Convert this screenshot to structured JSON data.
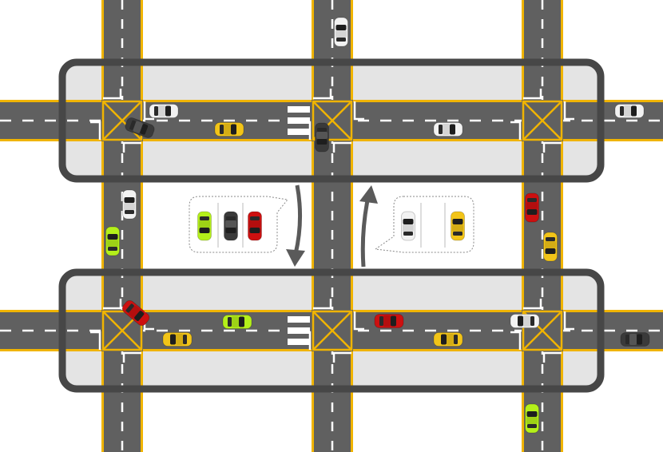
{
  "colors": {
    "road": "#606060",
    "road_edge": "#f0b400",
    "lane_marking": "#ffffff",
    "zone_fill": "#e4e4e4",
    "zone_border": "#474747",
    "arrow": "#5a5a5a",
    "car_white": "#f2f2f2",
    "car_dark": "#3a3a3a",
    "car_yellow": "#f2c418",
    "car_red": "#cc1010",
    "car_green": "#b4f01a"
  },
  "zones": [
    {
      "name": "upper-intersection-zone"
    },
    {
      "name": "lower-intersection-zone"
    }
  ],
  "callouts": [
    {
      "name": "vehicles-moving-down",
      "cars": [
        "car_green",
        "car_dark",
        "car_red"
      ]
    },
    {
      "name": "vehicles-moving-up",
      "cars": [
        "car_white",
        "car_yellow"
      ]
    }
  ],
  "arrows": [
    {
      "name": "down-arrow",
      "direction": "down"
    },
    {
      "name": "up-arrow",
      "direction": "up"
    }
  ]
}
